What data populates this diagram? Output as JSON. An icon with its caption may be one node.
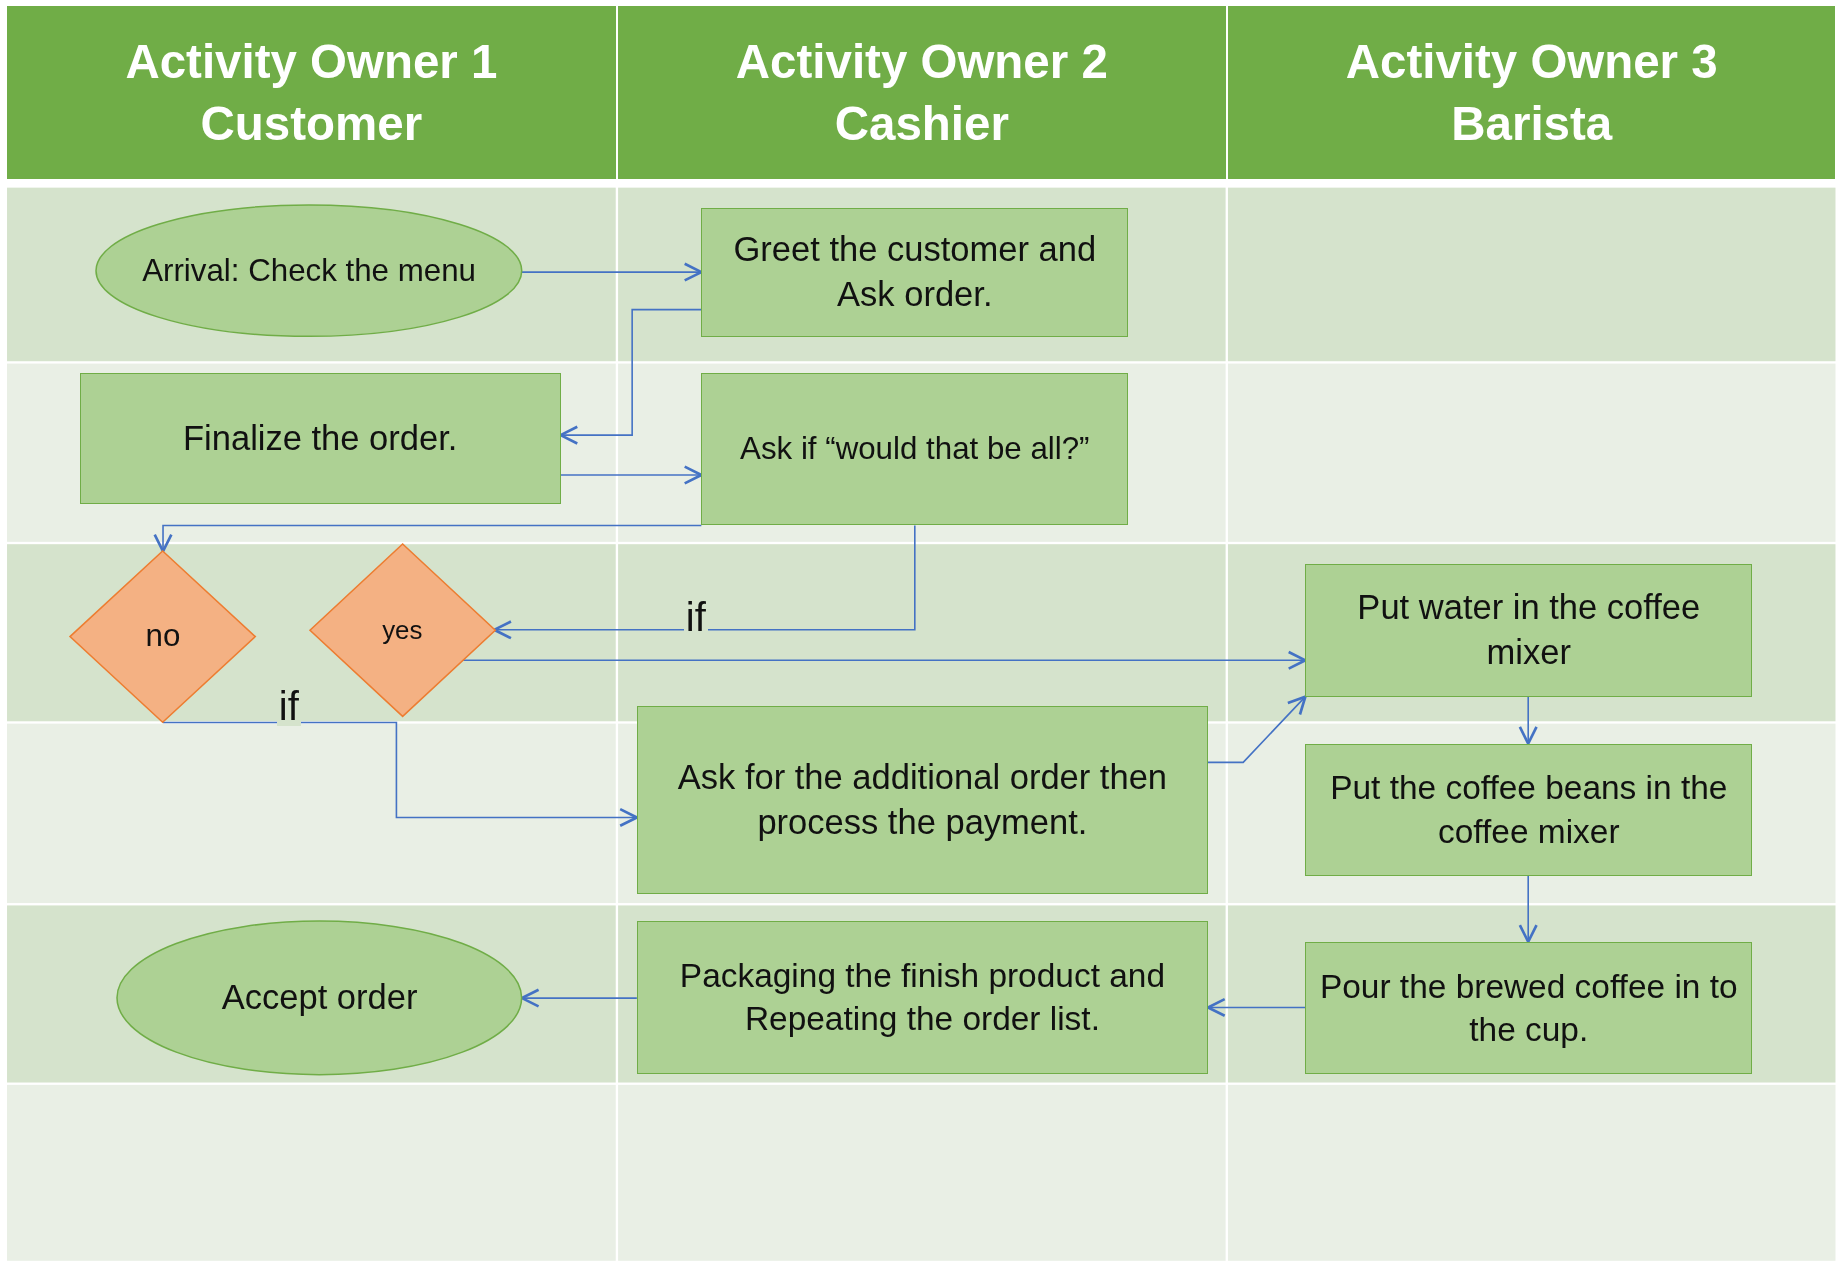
{
  "diagram": {
    "nodes": [
      {
        "text": [
          "Activity Owner 1",
          "Customer"
        ]
      },
      {
        "text": [
          "Activity Owner 2",
          "Cashier"
        ]
      },
      {
        "text": [
          "Activity Owner 3",
          "Barista"
        ]
      },
      {
        "text": [
          "Arrival: Check the menu"
        ]
      },
      {
        "text": [
          "Greet the customer and Ask order."
        ]
      },
      {
        "text": [
          "Finalize the order."
        ]
      },
      {
        "text": [
          "Ask if “would that be all?”"
        ]
      },
      {
        "text": [
          "no"
        ]
      },
      {
        "text": [
          "yes"
        ]
      },
      {
        "text": [
          "Put water in the coffee mixer"
        ]
      },
      {
        "text": [
          "Ask for the additional order then process the payment."
        ]
      },
      {
        "text": [
          "Put the coffee beans in the coffee mixer"
        ]
      },
      {
        "text": [
          "Accept order"
        ]
      },
      {
        "text": [
          "Packaging the finish product and Repeating the order list."
        ]
      },
      {
        "text": [
          "Pour the brewed coffee in to the cup."
        ]
      }
    ],
    "edges": [
      {
        "from": 3,
        "to": 4,
        "arrow": "to"
      },
      {
        "from": 4,
        "to": 5,
        "arrow": "to"
      },
      {
        "from": 5,
        "to": 6,
        "arrow": "to"
      },
      {
        "from": 6,
        "to": 7,
        "arrow": "to"
      },
      {
        "from": 6,
        "to": 8,
        "arrow": "to",
        "label": "if"
      },
      {
        "from": 8,
        "to": 9,
        "arrow": "to"
      },
      {
        "from": 7,
        "to": 10,
        "arrow": "to",
        "label": "if"
      },
      {
        "from": 10,
        "to": 9,
        "arrow": "to"
      },
      {
        "from": 9,
        "to": 11,
        "arrow": "to"
      },
      {
        "from": 11,
        "to": 14,
        "arrow": "to"
      },
      {
        "from": 14,
        "to": 13,
        "arrow": "to"
      },
      {
        "from": 13,
        "to": 12,
        "arrow": "to"
      }
    ]
  }
}
